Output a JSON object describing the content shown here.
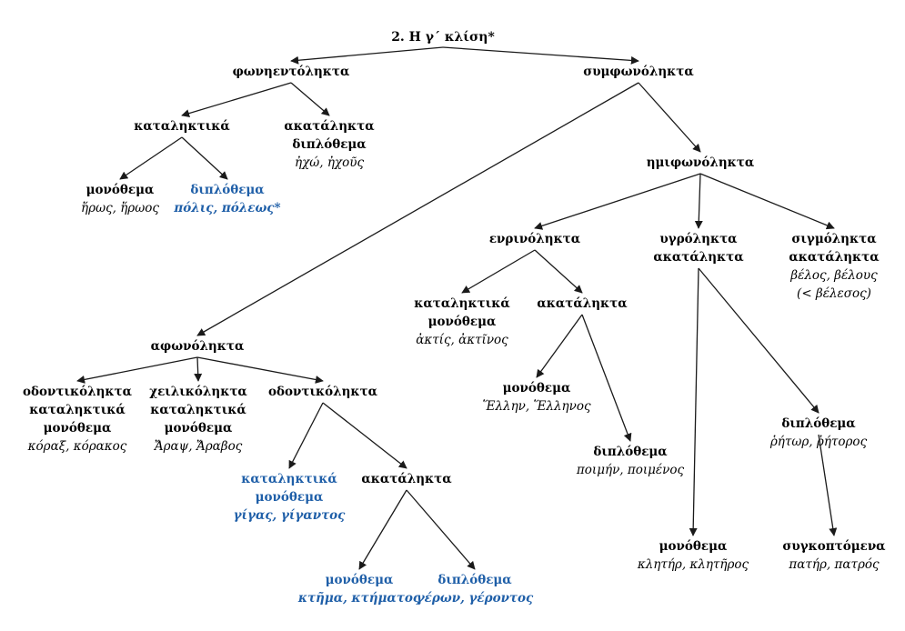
{
  "title": "2. Η γ΄ κλίση*",
  "colors": {
    "text": "#1a1a1a",
    "highlight": "#1f5fa8"
  },
  "nodes": [
    {
      "id": "phon",
      "lines": [
        "φωνηεντόληκτα"
      ],
      "example": [],
      "highlight": false
    },
    {
      "id": "symph",
      "lines": [
        "συμφωνόληκτα"
      ],
      "example": [],
      "highlight": false
    },
    {
      "id": "phon_kat",
      "lines": [
        "καταληκτικά"
      ],
      "example": [],
      "highlight": false
    },
    {
      "id": "phon_akat",
      "lines": [
        "ακατάληκτα",
        "διπλόθεμα"
      ],
      "example": [
        "ἠχώ, ἠχοῦς"
      ],
      "highlight": false
    },
    {
      "id": "phon_kat_mono",
      "lines": [
        "μονόθεμα"
      ],
      "example": [
        "ἥρως, ἥρωος"
      ],
      "highlight": false
    },
    {
      "id": "phon_kat_dipl",
      "lines": [
        "διπλόθεμα"
      ],
      "example": [
        "πόλις, πόλεως*"
      ],
      "highlight": true
    },
    {
      "id": "hemi",
      "lines": [
        "ημιφωνόληκτα"
      ],
      "example": [],
      "highlight": false
    },
    {
      "id": "enrin",
      "lines": [
        "ενρινόληκτα"
      ],
      "example": [],
      "highlight": false
    },
    {
      "id": "ygro",
      "lines": [
        "υγρόληκτα",
        "ακατάληκτα"
      ],
      "example": [],
      "highlight": false
    },
    {
      "id": "sigm",
      "lines": [
        "σιγμόληκτα",
        "ακατάληκτα"
      ],
      "example": [
        "βέλος, βέλους",
        "(< βέλεσος)"
      ],
      "highlight": false
    },
    {
      "id": "enrin_kat",
      "lines": [
        "καταληκτικά",
        "μονόθεμα"
      ],
      "example": [
        "ἀκτίς, ἀκτῖνος"
      ],
      "highlight": false
    },
    {
      "id": "enrin_akat",
      "lines": [
        "ακατάληκτα"
      ],
      "example": [],
      "highlight": false
    },
    {
      "id": "enrin_akat_mono",
      "lines": [
        "μονόθεμα"
      ],
      "example": [
        "Ἕλλην, Ἕλληνος"
      ],
      "highlight": false
    },
    {
      "id": "enrin_akat_dipl",
      "lines": [
        "διπλόθεμα"
      ],
      "example": [
        "ποιμήν, ποιμένος"
      ],
      "highlight": false
    },
    {
      "id": "ygro_dipl",
      "lines": [
        "διπλόθεμα"
      ],
      "example": [
        "ῥήτωρ, ῥήτορος"
      ],
      "highlight": false
    },
    {
      "id": "ygro_mono",
      "lines": [
        "μονόθεμα"
      ],
      "example": [
        "κλητήρ, κλητῆρος"
      ],
      "highlight": false
    },
    {
      "id": "sygkopt",
      "lines": [
        "συγκοπτόμενα"
      ],
      "example": [
        "πατήρ, πατρός"
      ],
      "highlight": false
    },
    {
      "id": "aphon",
      "lines": [
        "αφωνόληκτα"
      ],
      "example": [],
      "highlight": false
    },
    {
      "id": "odont_kat",
      "lines": [
        "οδοντικόληκτα",
        "καταληκτικά",
        "μονόθεμα"
      ],
      "example": [
        "κόραξ, κόρακος"
      ],
      "highlight": false
    },
    {
      "id": "cheil",
      "lines": [
        "χειλικόληκτα",
        "καταληκτικά",
        "μονόθεμα"
      ],
      "example": [
        "Ἄραψ, Ἄραβος"
      ],
      "highlight": false
    },
    {
      "id": "odont",
      "lines": [
        "οδοντικόληκτα"
      ],
      "example": [],
      "highlight": false
    },
    {
      "id": "odont_katal",
      "lines": [
        "καταληκτικά",
        "μονόθεμα"
      ],
      "example": [
        "γίγας, γίγαντος"
      ],
      "highlight": true
    },
    {
      "id": "odont_akat",
      "lines": [
        "ακατάληκτα"
      ],
      "example": [],
      "highlight": false
    },
    {
      "id": "odont_akat_mono",
      "lines": [
        "μονόθεμα"
      ],
      "example": [
        "κτῆμα, κτήματος"
      ],
      "highlight": true
    },
    {
      "id": "odont_akat_dipl",
      "lines": [
        "διπλόθεμα"
      ],
      "example": [
        "γέρων, γέροντος"
      ],
      "highlight": true
    }
  ],
  "edges": [
    [
      "root",
      "phon"
    ],
    [
      "root",
      "symph"
    ],
    [
      "phon",
      "phon_kat"
    ],
    [
      "phon",
      "phon_akat"
    ],
    [
      "phon_kat",
      "phon_kat_mono"
    ],
    [
      "phon_kat",
      "phon_kat_dipl"
    ],
    [
      "symph",
      "hemi"
    ],
    [
      "symph",
      "aphon"
    ],
    [
      "hemi",
      "enrin"
    ],
    [
      "hemi",
      "ygro"
    ],
    [
      "hemi",
      "sigm"
    ],
    [
      "enrin",
      "enrin_kat"
    ],
    [
      "enrin",
      "enrin_akat"
    ],
    [
      "enrin_akat",
      "enrin_akat_mono"
    ],
    [
      "enrin_akat",
      "enrin_akat_dipl"
    ],
    [
      "ygro",
      "ygro_dipl"
    ],
    [
      "ygro",
      "ygro_mono"
    ],
    [
      "ygro_dipl",
      "sygkopt"
    ],
    [
      "aphon",
      "odont_kat"
    ],
    [
      "aphon",
      "cheil"
    ],
    [
      "aphon",
      "odont"
    ],
    [
      "odont",
      "odont_katal"
    ],
    [
      "odont",
      "odont_akat"
    ],
    [
      "odont_akat",
      "odont_akat_mono"
    ],
    [
      "odont_akat",
      "odont_akat_dipl"
    ]
  ]
}
